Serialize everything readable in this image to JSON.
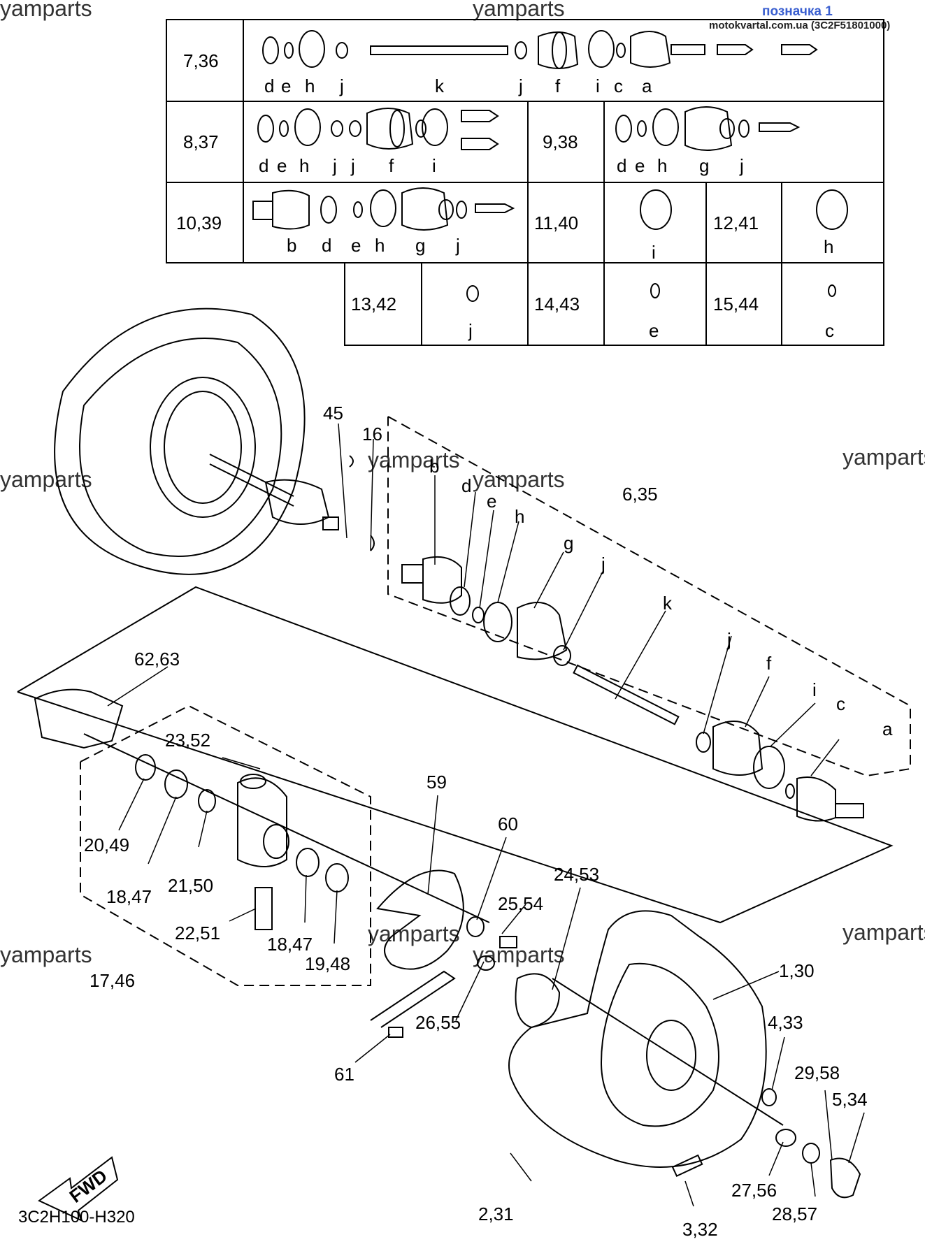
{
  "watermark": "yamparts",
  "top_link": "позначка 1",
  "site_note": "motokvartal.com.ua (3C2F51801000)",
  "diagram_code": "3C2H100-H320",
  "fwd_label": "FWD",
  "table": {
    "rows": [
      {
        "ref": "7,36",
        "letters": [
          "d",
          "e",
          "h",
          "j",
          "k",
          "j",
          "f",
          "i",
          "c",
          "a"
        ]
      },
      {
        "ref": "8,37",
        "letters": [
          "d",
          "e",
          "h",
          "j",
          "j",
          "f",
          "i"
        ]
      },
      {
        "ref": "9,38",
        "letters": [
          "d",
          "e",
          "h",
          "g",
          "j"
        ]
      },
      {
        "ref": "10,39",
        "letters": [
          "b",
          "d",
          "e",
          "h",
          "g",
          "j"
        ]
      },
      {
        "ref": "11,40",
        "letters": [
          "i"
        ]
      },
      {
        "ref": "12,41",
        "letters": [
          "h"
        ]
      },
      {
        "ref": "13,42",
        "letters": [
          "j"
        ]
      },
      {
        "ref": "14,43",
        "letters": [
          "e"
        ]
      },
      {
        "ref": "15,44",
        "letters": [
          "c"
        ]
      }
    ]
  },
  "callouts": [
    "45",
    "16",
    "6,35",
    "b",
    "d",
    "e",
    "h",
    "g",
    "j",
    "k",
    "j",
    "f",
    "i",
    "c",
    "a",
    "62,63",
    "23,52",
    "59",
    "60",
    "24,53",
    "25,54",
    "20,49",
    "18,47",
    "21,50",
    "22,51",
    "18,47",
    "19,48",
    "17,46",
    "26,55",
    "1,30",
    "4,33",
    "61",
    "29,58",
    "5,34",
    "27,56",
    "28,57",
    "2,31",
    "3,32"
  ]
}
